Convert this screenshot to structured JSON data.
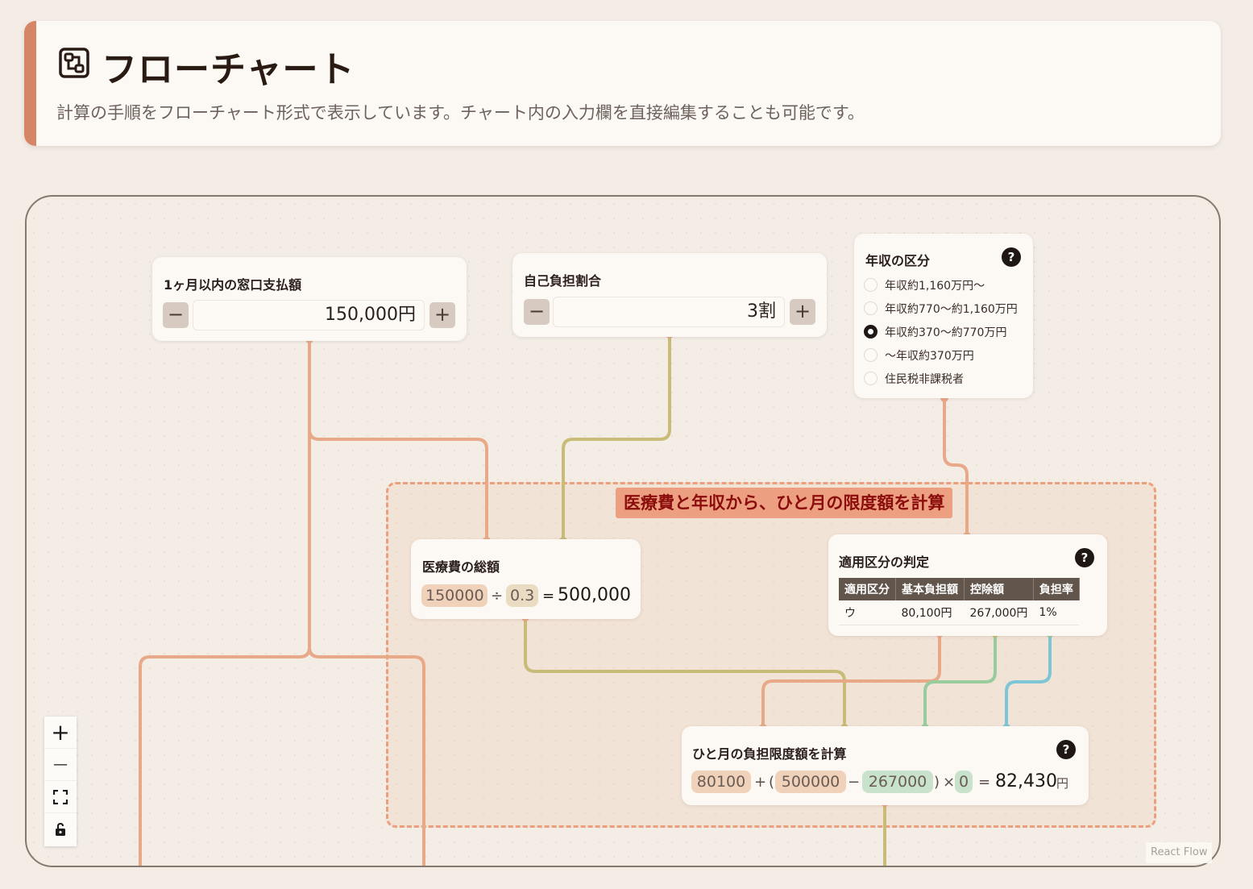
{
  "header": {
    "title": "フローチャート",
    "description": "計算の手順をフローチャート形式で表示しています。チャート内の入力欄を直接編集することも可能です。"
  },
  "colors": {
    "accent": "#d68565",
    "wire_orange": "#e8a989",
    "wire_tan": "#c9bb78",
    "wire_green": "#99cc9d",
    "wire_blue": "#7cc6d6",
    "group_label_text": "#8b0c0c"
  },
  "nodes": {
    "payment": {
      "title": "1ヶ月以内の窓口支払額",
      "value": "150,000円",
      "minus": "−",
      "plus": "+"
    },
    "ratio": {
      "title": "自己負担割合",
      "value": "3割",
      "minus": "−",
      "plus": "+"
    },
    "income": {
      "title": "年収の区分",
      "help": "?",
      "options": [
        {
          "label": "年収約1,160万円〜",
          "checked": false
        },
        {
          "label": "年収約770〜約1,160万円",
          "checked": false
        },
        {
          "label": "年収約370〜約770万円",
          "checked": true
        },
        {
          "label": "〜年収約370万円",
          "checked": false
        },
        {
          "label": "住民税非課税者",
          "checked": false
        }
      ]
    },
    "group_label": "医療費と年収から、ひと月の限度額を計算",
    "total": {
      "title": "医療費の総額",
      "a": "150000",
      "op1": "÷",
      "b": "0.3",
      "eq": "=",
      "result": "500,000"
    },
    "judge": {
      "title": "適用区分の判定",
      "help": "?",
      "headers": [
        "適用区分",
        "基本負担額",
        "控除額",
        "負担率"
      ],
      "row": [
        "ウ",
        "80,100円",
        "267,000円",
        "1%"
      ]
    },
    "limit": {
      "title": "ひと月の負担限度額を計算",
      "help": "?",
      "base": "80100",
      "plus": "+",
      "lparen": "(",
      "total": "500000",
      "minus": "−",
      "deduct": "267000",
      "rparen": ")",
      "times": "×",
      "rate": "0",
      "eq": "=",
      "result": "82,430",
      "unit": "円"
    }
  },
  "controls": {
    "zoom_in": "+",
    "zoom_out": "—"
  },
  "attribution": "React Flow"
}
